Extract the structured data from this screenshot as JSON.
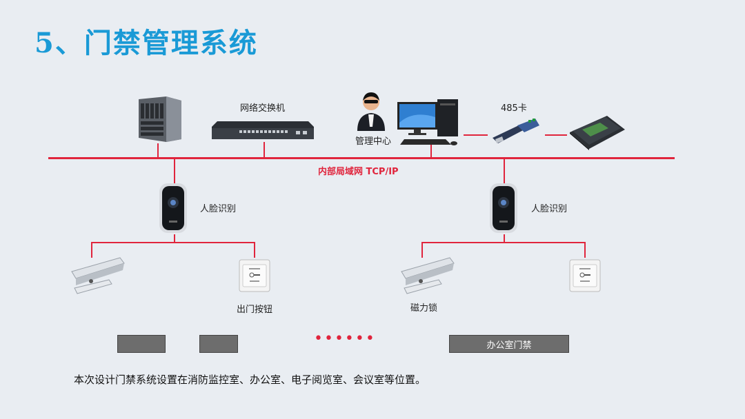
{
  "title": "5、门禁管理系统",
  "labels": {
    "switch": "网络交换机",
    "mgmt_center": "管理中心",
    "card485": "485卡",
    "network": "内部局域网 TCP/IP",
    "face_left": "人脸识别",
    "face_right": "人脸识别",
    "exit_button": "出门按钮",
    "mag_lock": "磁力锁",
    "office_door": "办公室门禁",
    "dots": "••••••"
  },
  "note": "本次设计门禁系统设置在消防监控室、办公室、电子阅览室、会议室等位置。",
  "colors": {
    "title": "#1a9ad6",
    "network_line": "#e0243c",
    "bar": "#6d6d6d"
  },
  "icons": [
    "server-icon",
    "switch-icon",
    "operator-icon",
    "computer-icon",
    "converter-icon",
    "card-reader-icon",
    "face-terminal-icon",
    "magnetic-lock-icon",
    "exit-button-icon"
  ]
}
